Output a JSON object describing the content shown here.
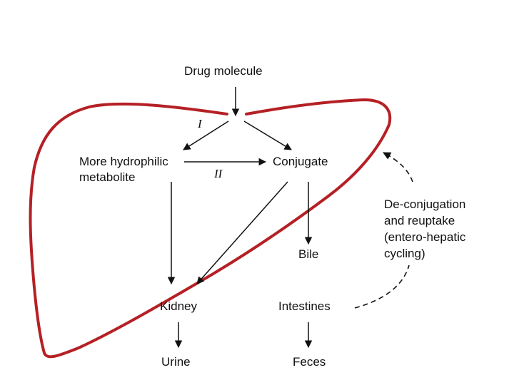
{
  "diagram": {
    "drug_molecule": "Drug molecule",
    "phase_one": "I",
    "phase_two": "II",
    "metabolite_line1": "More hydrophilic",
    "metabolite_line2": "metabolite",
    "conjugate": "Conjugate",
    "bile": "Bile",
    "kidney": "Kidney",
    "intestines": "Intestines",
    "urine": "Urine",
    "feces": "Feces",
    "cycling_line1": "De-conjugation",
    "cycling_line2": "and reuptake",
    "cycling_line3": "(entero-hepatic",
    "cycling_line4": "cycling)"
  },
  "colors": {
    "liver_outline": "#b52025",
    "arrows": "#111111"
  }
}
